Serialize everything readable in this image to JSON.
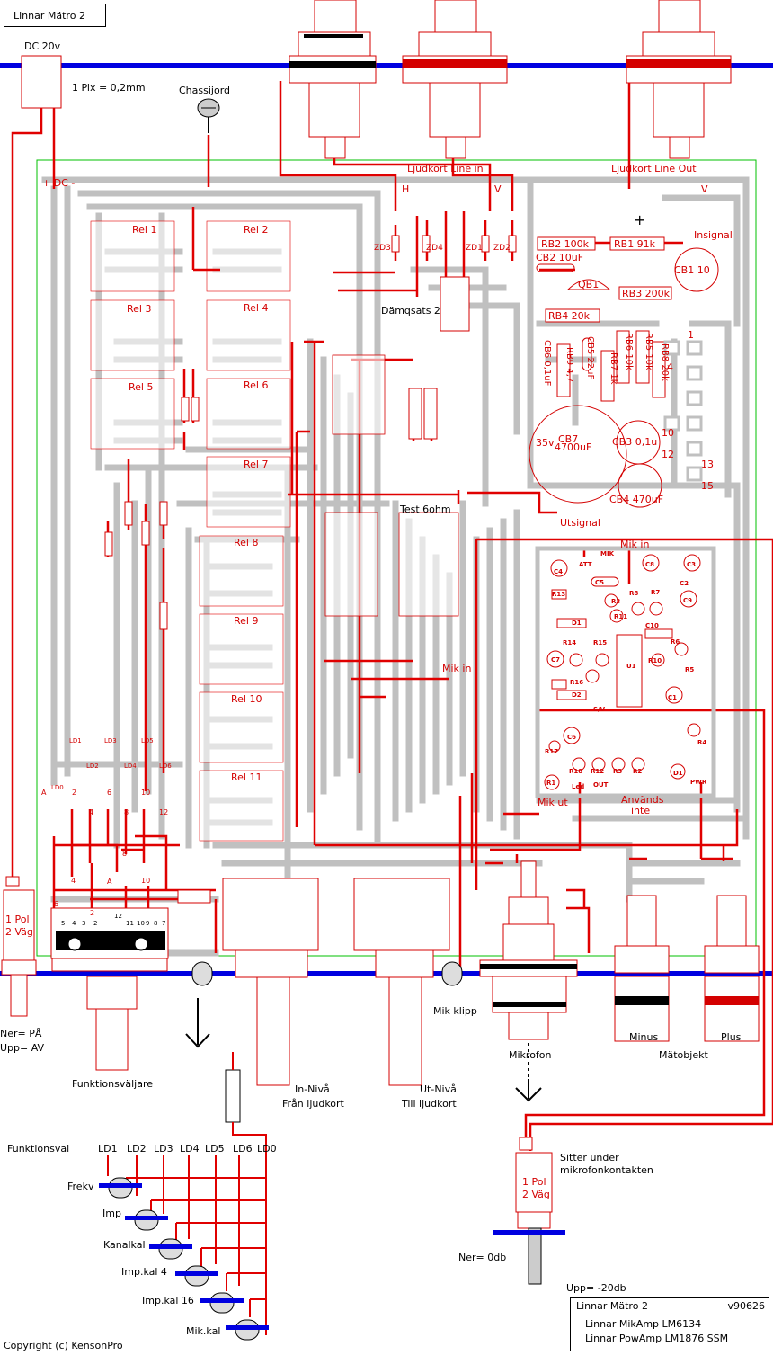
{
  "title": "Linnar Mätro 2",
  "info": {
    "name": "Linnar Mätro 2",
    "version": "v90626",
    "line1": "Linnar MikAmp LM6134",
    "line2": "Linnar PowAmp LM1876 SSM"
  },
  "copyright": "Copyright (c) KensonPro",
  "labels": {
    "dc20v": "DC 20v",
    "pix": "1 Pix = 0,2mm",
    "chassijord": "Chassijord",
    "dc": "+ DC -",
    "ljudkort_line_in": "Ljudkort Line in",
    "ljudkort_line_out": "Ljudkort Line Out",
    "insignal": "Insignal",
    "utsignal": "Utsignal",
    "damqsats": "Dämqsats 2",
    "test": "Test  6ohm",
    "mik_in_top": "Mik in",
    "mik_in_mid": "Mik in",
    "mik_ut": "Mik ut",
    "anvands": "Används",
    "inte": "inte",
    "pwr": "PWR",
    "led": "Led",
    "out": "OUT",
    "mik": "MIK",
    "att": "ATT",
    "ner_pa": "Ner= PÅ",
    "upp_av": "Upp= AV",
    "pol1_a": "1 Pol",
    "vag2_a": "2 Väg",
    "pol1_b": "1 Pol",
    "vag2_b": "2 Väg",
    "funktionsvaljare": "Funktionsväljare",
    "in_niva": "In-Nivå",
    "fran_ljudkort": "Från ljudkort",
    "ut_niva": "Ut-Nivå",
    "till_ljudkort": "Till ljudkort",
    "mik_klipp": "Mik klipp",
    "mikrofon": "Mikrofon",
    "minus": "Minus",
    "plus": "Plus",
    "matobjekt": "Mätobjekt",
    "sitter_under": "Sitter under",
    "mikrofonkontakten": "mikrofonkontakten",
    "ner_0db": "Ner= 0db",
    "upp_20db": "Upp= -20db",
    "funktionsval": "Funktionsval",
    "h": "H",
    "v1": "V",
    "v2": "V"
  },
  "relays": [
    "Rel 1",
    "Rel 2",
    "Rel 3",
    "Rel 4",
    "Rel 5",
    "Rel 6",
    "Rel 7",
    "Rel 8",
    "Rel 9",
    "Rel 10",
    "Rel 11"
  ],
  "zener": [
    "ZD3",
    "ZD4",
    "ZD1",
    "ZD2"
  ],
  "resistors_top": [
    {
      "id": "rb2",
      "text": "RB2 100k"
    },
    {
      "id": "rb1",
      "text": "RB1  91k"
    },
    {
      "id": "rb3",
      "text": "RB3 200k"
    },
    {
      "id": "rb4",
      "text": "RB4   20k"
    }
  ],
  "resistors_vertical": [
    {
      "id": "rb9",
      "text": "RB9 4,7"
    },
    {
      "id": "rb7",
      "text": "RB7 1k"
    },
    {
      "id": "rb6",
      "text": "RB6 10k"
    },
    {
      "id": "rb5",
      "text": "RB5 10k"
    },
    {
      "id": "rb8",
      "text": "RB8 20k"
    },
    {
      "id": "cb6",
      "text": "CB6 0,1uF"
    },
    {
      "id": "cb5",
      "text": "CB5 22uF"
    }
  ],
  "caps": {
    "cb1": "CB1 10",
    "cb2": "CB2  10uF",
    "qb1": "QB1",
    "cb7": "CB7",
    "cb7_val": "4700uF",
    "cb7_v": "35v",
    "cb3": "CB3 0,1u",
    "cb4": "CB4 470uF"
  },
  "pin_numbers": [
    "1",
    "4",
    "10",
    "12",
    "13",
    "15"
  ],
  "mic_components": [
    "C4",
    "C8",
    "C3",
    "C2",
    "C9",
    "C5",
    "R13",
    "R8",
    "R7",
    "R3",
    "R11",
    "D1",
    "C10",
    "R6",
    "R14",
    "R15",
    "C7",
    "U1",
    "R10",
    "R5",
    "R16",
    "D2",
    "C1",
    "S/V",
    "R4",
    "C6",
    "R17",
    "R12",
    "R18",
    "R3",
    "R2",
    "D1",
    "R1"
  ],
  "ld_labels": [
    "LD1",
    "LD3",
    "LD5",
    "LD2",
    "LD4",
    "LD6",
    "LD0"
  ],
  "switch_pins": {
    "left_col": [
      "2",
      "4",
      "6",
      "8",
      "10",
      "12"
    ],
    "bottom_row": [
      "5",
      "4",
      "3",
      "2",
      "12",
      "11",
      "10",
      "9",
      "8",
      "7"
    ],
    "lower": [
      "6",
      "4",
      "2",
      "10",
      "8",
      "A",
      "A"
    ]
  },
  "funktionsval_headers": [
    "LD1",
    "LD2",
    "LD3",
    "LD4",
    "LD5",
    "LD6",
    "LD0"
  ],
  "funktionsval_rows": [
    "Frekv",
    "Imp",
    "Kanalkal",
    "Imp.kal 4",
    "Imp.kal 16",
    "Mik.kal"
  ],
  "colors": {
    "trace": "#c0c0c0",
    "wire": "#e00000",
    "rail": "#0000e0",
    "outline": "#00c000"
  }
}
